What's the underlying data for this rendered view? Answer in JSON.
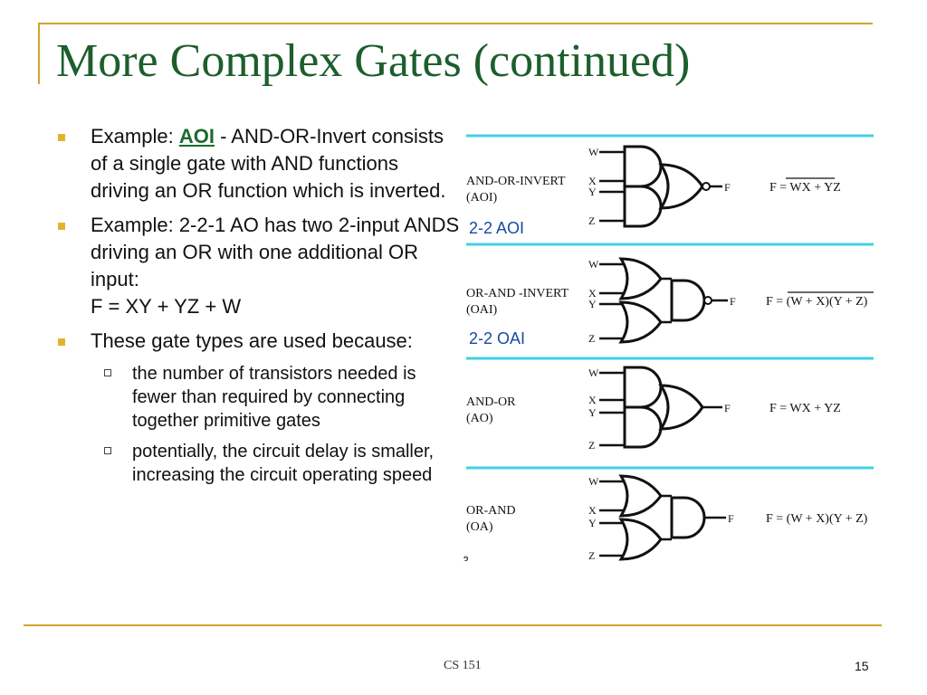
{
  "slide": {
    "title": "More Complex Gates (continued)",
    "bullets": [
      {
        "prefix": "Example: ",
        "highlight": "AOI",
        "suffix": " - AND-OR-Invert consists of a single gate with AND functions driving an OR function which is inverted."
      },
      {
        "text_line1": "Example: 2-2-1 AO has two 2-input ANDS driving an OR with one additional OR input:",
        "text_line2": "F = XY + YZ + W"
      },
      {
        "text": "These gate types are used because:"
      }
    ],
    "sub_bullets": [
      " the number of transistors needed is fewer than required by connecting together primitive gates",
      "potentially, the circuit delay is smaller, increasing the circuit operating speed"
    ]
  },
  "diagram": {
    "rows": [
      {
        "name_line1": "AND-OR-INVERT",
        "name_line2": "(AOI)",
        "equation": "F = WX + YZ",
        "caption": "2-2 AOI"
      },
      {
        "name_line1": "OR-AND -INVERT",
        "name_line2": "(OAI)",
        "equation": "F = (W + X)(Y + Z)",
        "caption": "2-2 OAI"
      },
      {
        "name_line1": "AND-OR",
        "name_line2": "(AO)",
        "equation": "F = WX + YZ",
        "caption": ""
      },
      {
        "name_line1": "OR-AND",
        "name_line2": "(OA)",
        "equation": "F = (W + X)(Y + Z)",
        "caption": ""
      }
    ],
    "pins": {
      "w": "W",
      "x": "X",
      "y": "Y",
      "z": "Z",
      "f": "F"
    },
    "stray_glyph": "ɘ",
    "colors": {
      "title": "#1d5e2d",
      "frame": "#d4a32a",
      "bullet": "#e0b42c",
      "separator": "#3fd0e6",
      "caption": "#1a4aa0"
    }
  },
  "footer": {
    "course": "CS 151",
    "page": "15"
  }
}
